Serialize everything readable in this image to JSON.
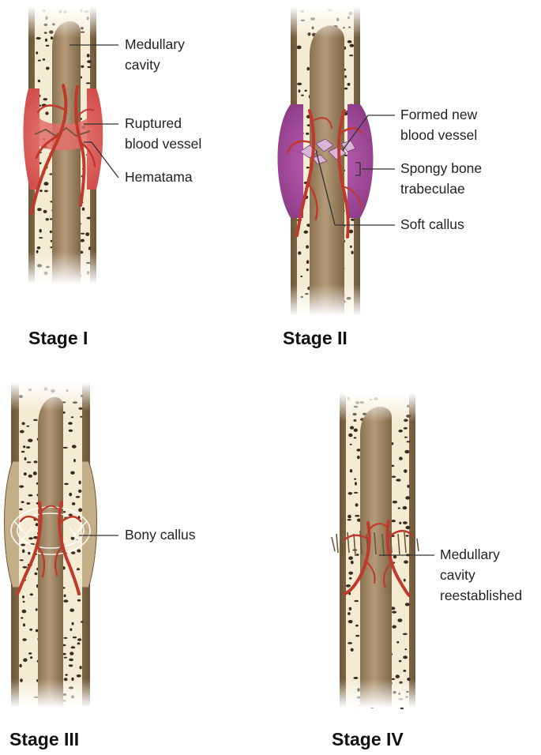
{
  "panels": [
    {
      "title": "Stage I",
      "labels": [
        {
          "lines": [
            "Medullary",
            "cavity"
          ]
        },
        {
          "lines": [
            "Ruptured",
            "blood vessel"
          ]
        },
        {
          "lines": [
            "Hematama"
          ]
        }
      ]
    },
    {
      "title": "Stage II",
      "labels": [
        {
          "lines": [
            "Formed new",
            "blood vessel"
          ]
        },
        {
          "lines": [
            "Spongy bone",
            "trabeculae"
          ]
        },
        {
          "lines": [
            "Soft callus"
          ]
        }
      ]
    },
    {
      "title": "Stage III",
      "labels": [
        {
          "lines": [
            "Bony callus"
          ]
        }
      ]
    },
    {
      "title": "Stage IV",
      "labels": [
        {
          "lines": [
            "Medullary",
            "cavity",
            "reestablished"
          ]
        }
      ]
    }
  ],
  "colors": {
    "bone_outer": "#a48a66",
    "bone_edge": "#6d5738",
    "marrow": "#f4ebd3",
    "cavity": "#a3896a",
    "hematoma": "#d9605c",
    "soft_callus": "#a44e9c",
    "bony_callus": "#c4ae88",
    "vessel": "#c0392b",
    "leader": "#333333"
  }
}
